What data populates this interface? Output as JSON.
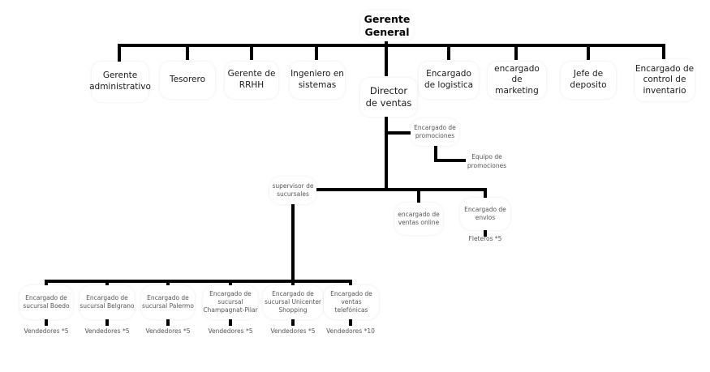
{
  "root": "Gerente\nGeneral",
  "level1": [
    "Gerente\nadministrativo",
    "Tesorero",
    "Gerente de\nRRHH",
    "Ingeniero en\nsistemas",
    "Director\nde ventas",
    "Encargado\nde logistica",
    "encargado de\nmarketing",
    "Jefe de\ndeposito",
    "Encargado de\ncontrol de\ninventario"
  ],
  "sales": {
    "promo": "Encargado de\npromociones",
    "promo_team": "Equipo de\npromociones",
    "supervisor": "supervisor de\nsucursales",
    "online": "encargado de\nventas online",
    "shipping": "Encargado de\nenvios",
    "couriers": "Fleteros *5"
  },
  "branches": [
    {
      "label": "Encargado de\nsucursal Boedo",
      "staff": "Vendedores *5"
    },
    {
      "label": "Encargado de\nsucursal Belgrano",
      "staff": "Vendedores *5"
    },
    {
      "label": "Encargado de\nsucursal Palermo",
      "staff": "Vendedores *5"
    },
    {
      "label": "Encargado de\nsucursal\nChampagnat-Pilar",
      "staff": "Vendedores *5"
    },
    {
      "label": "Encargado de\nsucursal Unicenter\nShopping",
      "staff": "Vendedores *5"
    },
    {
      "label": "Encargado de\nventas telefónicas",
      "staff": "Vendedores *10"
    }
  ],
  "colors": {
    "line": "#000000",
    "node_bg": "#ffffff",
    "text": "#222222"
  }
}
